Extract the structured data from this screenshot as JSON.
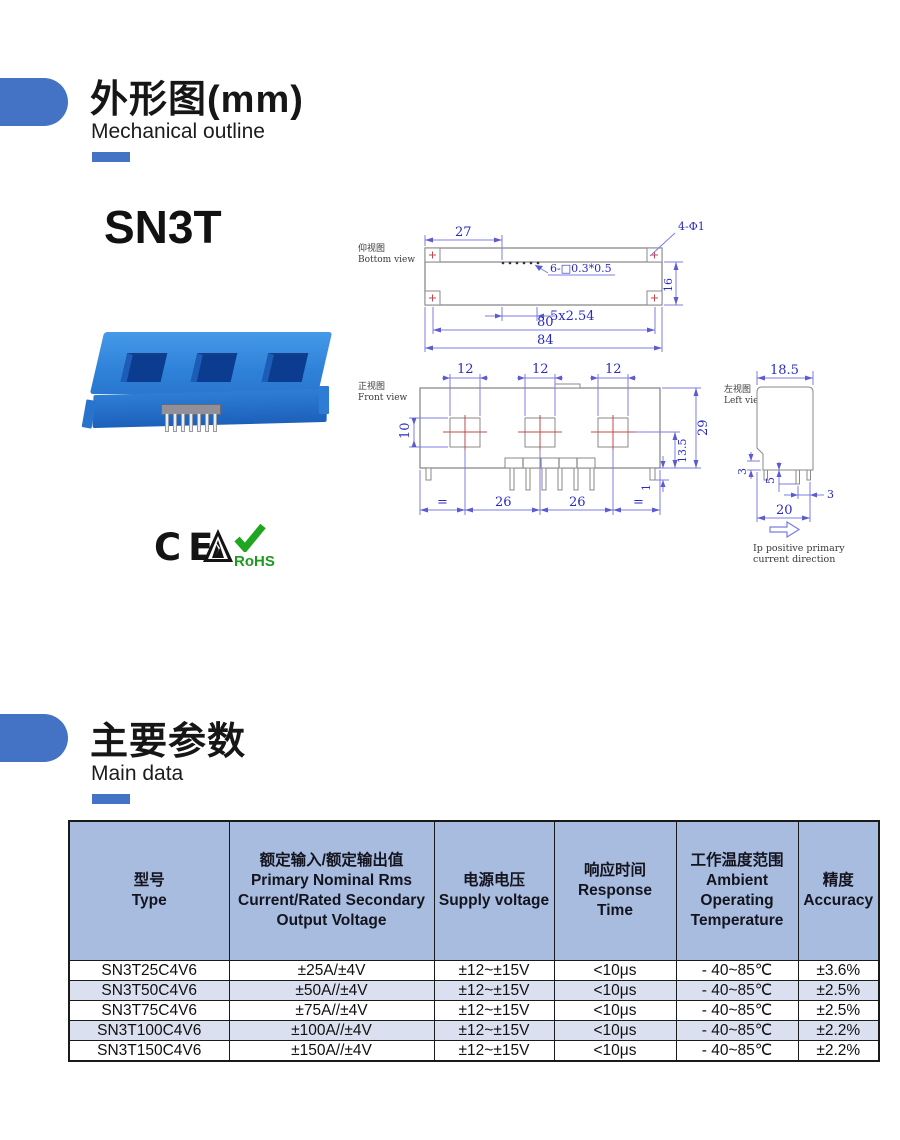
{
  "sections": {
    "outline": {
      "title": "外形图(mm)",
      "subtitle": "Mechanical outline"
    },
    "main_data": {
      "title": "主要参数",
      "subtitle": "Main data"
    }
  },
  "product": {
    "model": "SN3T"
  },
  "certs": {
    "ce": "CE",
    "rohs": "RoHS"
  },
  "colors": {
    "accent": "#4472C4",
    "table_header_bg": "#A7BCDF",
    "row_alt_bg": "#DBE0F1"
  },
  "drawings": {
    "bottom": {
      "label_cn": "仰视图",
      "label_en": "Bottom view",
      "dim_27": "27",
      "dim_holes": "4-Φ1",
      "dim_16": "16",
      "dim_slot": "6-□0.3*0.5",
      "dim_pitch": "5x2.54",
      "dim_80": "80",
      "dim_84": "84"
    },
    "front": {
      "label_cn": "正视图",
      "label_en": "Front view",
      "dim_12": "12",
      "dim_10": "10",
      "dim_29": "29",
      "dim_135": "13.5",
      "dim_1": "1",
      "dim_26": "26",
      "dim_eq": "="
    },
    "left": {
      "label_cn": "左视图",
      "label_en": "Left view",
      "dim_185": "18.5",
      "dim_3a": "3",
      "dim_5": "5",
      "dim_3b": "3",
      "dim_20": "20",
      "note_line1": "Ip positive primary",
      "note_line2": "current direction"
    }
  },
  "table": {
    "headers": [
      {
        "cn": "型号",
        "en": "Type"
      },
      {
        "cn": "额定输入/额定输出值",
        "en": "Primary Nominal Rms Current/Rated Secondary Output Voltage"
      },
      {
        "cn": "电源电压",
        "en": "Supply voltage"
      },
      {
        "cn": "响应时间",
        "en": "Response Time"
      },
      {
        "cn": "工作温度范围",
        "en": "Ambient Operating Temperature"
      },
      {
        "cn": "精度",
        "en": "Accuracy"
      }
    ],
    "rows": [
      [
        "SN3T25C4V6",
        "±25A/±4V",
        "±12~±15V",
        "<10μs",
        "- 40~85℃",
        "±3.6%"
      ],
      [
        "SN3T50C4V6",
        "±50A//±4V",
        "±12~±15V",
        "<10μs",
        "- 40~85℃",
        "±2.5%"
      ],
      [
        "SN3T75C4V6",
        "±75A//±4V",
        "±12~±15V",
        "<10μs",
        "- 40~85℃",
        "±2.5%"
      ],
      [
        "SN3T100C4V6",
        "±100A//±4V",
        "±12~±15V",
        "<10μs",
        "- 40~85℃",
        "±2.2%"
      ],
      [
        "SN3T150C4V6",
        "±150A//±4V",
        "±12~±15V",
        "<10μs",
        "- 40~85℃",
        "±2.2%"
      ]
    ]
  }
}
